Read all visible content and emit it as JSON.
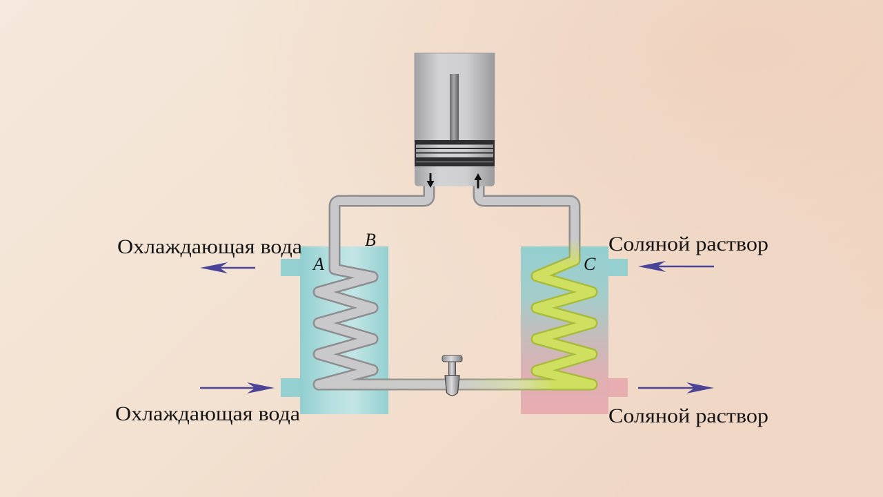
{
  "labels": {
    "top_left": "Охлаждающая вода",
    "bottom_left": "Охлаждающая вода",
    "top_right": "Соляной раствор",
    "bottom_right": "Соляной раствор"
  },
  "points": {
    "a": "A",
    "b": "B",
    "c": "C"
  },
  "icons": {
    "block_left": "down-arrow-icon",
    "block_right": "up-arrow-icon",
    "flow_top_left": "left-arrow-icon",
    "flow_bottom_left": "right-arrow-icon",
    "flow_top_right": "left-arrow-icon",
    "flow_bottom_right": "right-arrow-icon"
  },
  "colors": {
    "background": "#f3e4d4",
    "text": "#141414",
    "arrow": "#4a4397",
    "left_tank": "#95d0d1",
    "right_tank_top": "#95d0d1",
    "right_tank_bottom": "#e7adb1",
    "pipe": "#c9c9cb",
    "right_coil": "#cfe060",
    "block_arrow": "#111111"
  }
}
